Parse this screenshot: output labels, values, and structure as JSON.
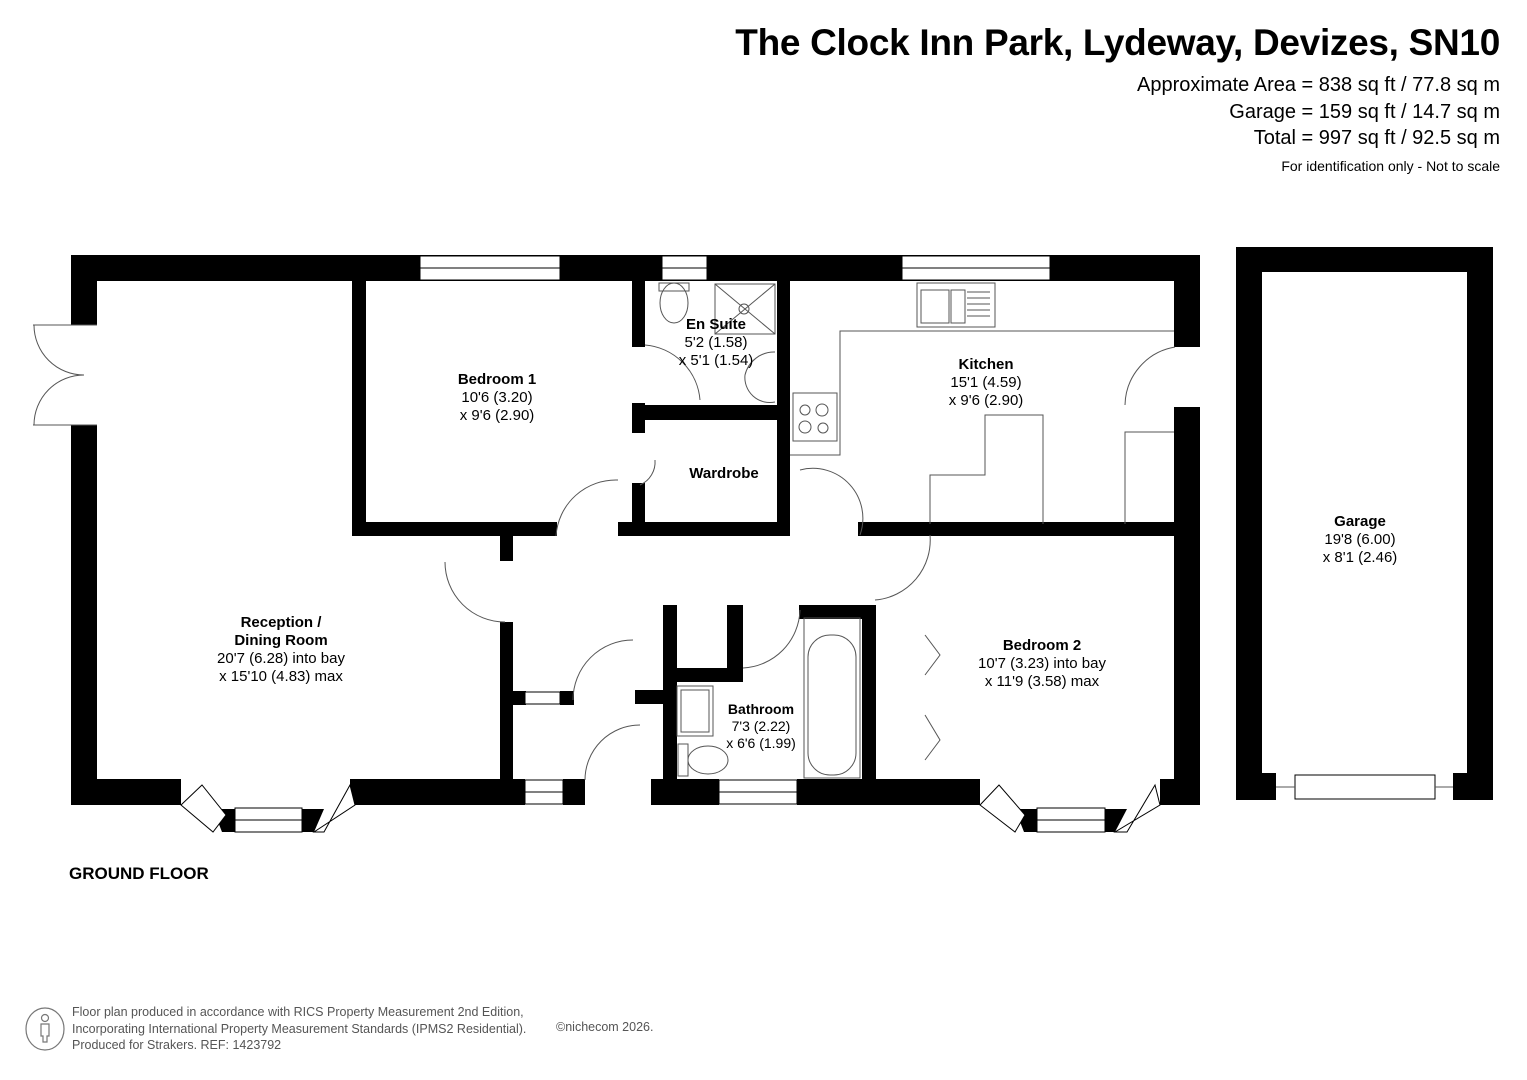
{
  "header": {
    "title": "The Clock Inn Park, Lydeway, Devizes, SN10",
    "areas": [
      "Approximate Area = 838 sq ft / 77.8 sq m",
      "Garage = 159 sq ft / 14.7 sq m",
      "Total = 997 sq ft / 92.5 sq m"
    ],
    "disclaimer": "For identification only - Not to scale"
  },
  "rooms": {
    "reception": {
      "name_1": "Reception /",
      "name_2": "Dining Room",
      "dim_1": "20'7 (6.28) into bay",
      "dim_2": "x 15'10 (4.83) max"
    },
    "bedroom1": {
      "name": "Bedroom 1",
      "dim_1": "10'6 (3.20)",
      "dim_2": "x 9'6 (2.90)"
    },
    "ensuite": {
      "name": "En Suite",
      "dim_1": "5'2 (1.58)",
      "dim_2": "x 5'1 (1.54)"
    },
    "wardrobe": {
      "name": "Wardrobe"
    },
    "kitchen": {
      "name": "Kitchen",
      "dim_1": "15'1 (4.59)",
      "dim_2": "x 9'6 (2.90)"
    },
    "bathroom": {
      "name": "Bathroom",
      "dim_1": "7'3 (2.22)",
      "dim_2": "x 6'6 (1.99)"
    },
    "bedroom2": {
      "name": "Bedroom 2",
      "dim_1": "10'7 (3.23) into bay",
      "dim_2": "x 11'9 (3.58) max"
    },
    "garage": {
      "name": "Garage",
      "dim_1": "19'8 (6.00)",
      "dim_2": "x 8'1 (2.46)"
    }
  },
  "floor_label": "GROUND FLOOR",
  "footer": {
    "lines": [
      "Floor plan produced in accordance with RICS Property Measurement 2nd Edition,",
      "Incorporating International Property Measurement Standards (IPMS2 Residential).",
      "Produced for Strakers.   REF: 1423792"
    ],
    "brand": "©nichecom 2026."
  },
  "colors": {
    "wall": "#000000",
    "line": "#444444",
    "footer_text": "#555555"
  }
}
